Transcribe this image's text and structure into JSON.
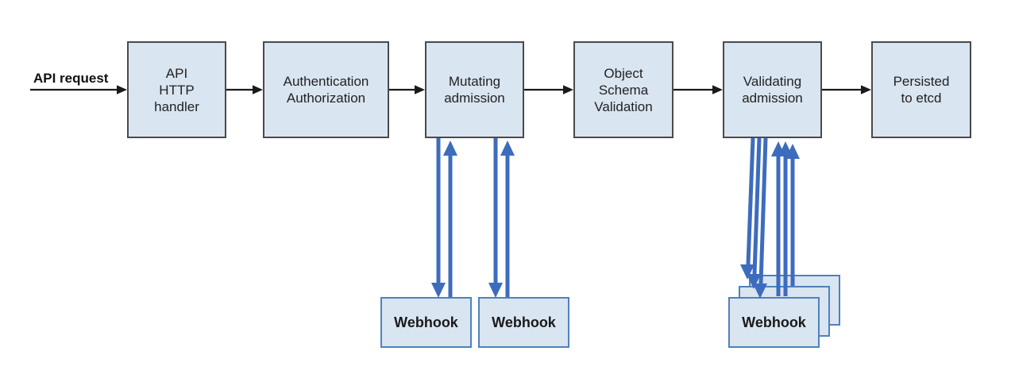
{
  "colors": {
    "node_fill": "#d9e5f1",
    "node_border": "#4a4a4a",
    "webhook_border": "#4f81bd",
    "arrow_black": "#1a1a1a",
    "arrow_blue": "#3d6cbd"
  },
  "flow": {
    "input_label": "API request",
    "nodes": [
      {
        "id": "api-http-handler",
        "label": "API\nHTTP\nhandler"
      },
      {
        "id": "authentication-authorization",
        "label": "Authentication\nAuthorization"
      },
      {
        "id": "mutating-admission",
        "label": "Mutating\nadmission"
      },
      {
        "id": "object-schema-validation",
        "label": "Object\nSchema\nValidation"
      },
      {
        "id": "validating-admission",
        "label": "Validating\nadmission"
      },
      {
        "id": "persisted-to-etcd",
        "label": "Persisted\nto etcd"
      }
    ],
    "webhooks": [
      {
        "id": "webhook-mutating-1",
        "label": "Webhook"
      },
      {
        "id": "webhook-mutating-2",
        "label": "Webhook"
      },
      {
        "id": "webhook-validating",
        "label": "Webhook"
      }
    ],
    "edges": [
      "API request -> API HTTP handler",
      "API HTTP handler -> Authentication Authorization",
      "Authentication Authorization -> Mutating admission",
      "Mutating admission -> Object Schema Validation",
      "Object Schema Validation -> Validating admission",
      "Validating admission -> Persisted to etcd",
      "Mutating admission <-> Webhook (two round-trip arrow pairs)",
      "Validating admission <-> Webhook (stacked x3, three round-trip arrow pairs)"
    ]
  }
}
